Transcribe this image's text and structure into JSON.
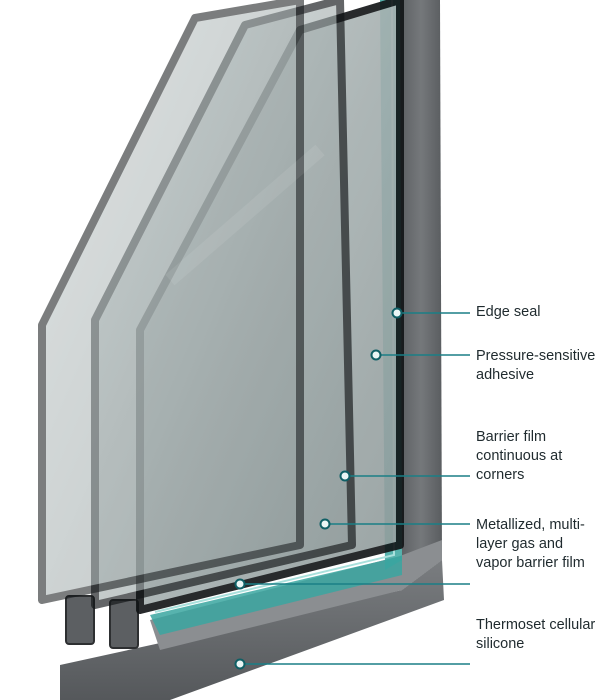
{
  "colors": {
    "leader": "#1a7f86",
    "seal": "#3aa6a0",
    "frame": "#6e7073",
    "glass": "#a9b4b4",
    "pane_edge": "#111416"
  },
  "callouts": [
    {
      "id": "edge-seal",
      "label": "Edge seal"
    },
    {
      "id": "pressure-sensitive-adhesive",
      "label": "Pressure-sensitive adhesive"
    },
    {
      "id": "barrier-film-corners",
      "label": "Barrier film continuous at corners"
    },
    {
      "id": "metallized-barrier-film",
      "label": "Metallized, multi-layer gas and vapor barrier film"
    },
    {
      "id": "thermoset-silicone",
      "label": "Thermoset cellular silicone"
    }
  ]
}
